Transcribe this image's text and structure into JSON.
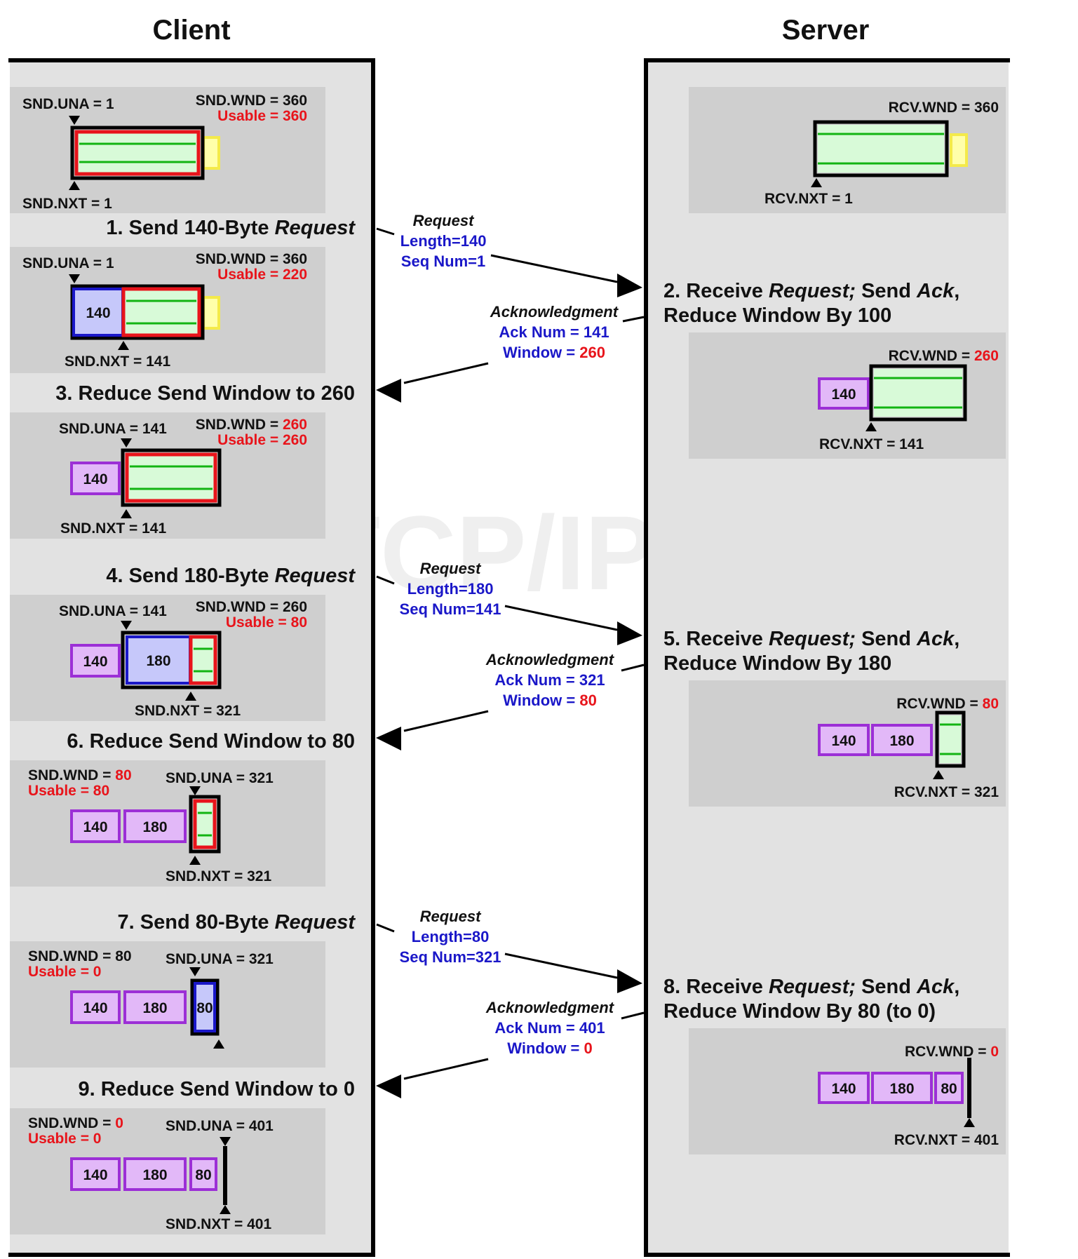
{
  "headers": {
    "client": "Client",
    "server": "Server"
  },
  "watermark": "The TCP/IP Guide",
  "client_panels": [
    {
      "items": [
        {
          "text": "SND.UNA = 1"
        },
        {
          "text": "SND.WND = 360"
        },
        {
          "text": "Usable = 360",
          "red": true
        },
        {
          "text": "SND.NXT = 1"
        }
      ]
    },
    {
      "items": [
        {
          "text": "SND.UNA = 1"
        },
        {
          "text": "SND.WND = 360"
        },
        {
          "text": "Usable = 220",
          "red": true
        },
        {
          "text": "SND.NXT = 141"
        }
      ],
      "segments": [
        "140"
      ]
    },
    {
      "items": [
        {
          "text": "SND.UNA = 141"
        },
        {
          "prefix": "SND.WND = ",
          "value": "260"
        },
        {
          "text": "Usable = 260",
          "red": true
        },
        {
          "text": "SND.NXT = 141"
        }
      ],
      "segments": [
        "140"
      ]
    },
    {
      "items": [
        {
          "text": "SND.UNA = 141"
        },
        {
          "text": "SND.WND = 260"
        },
        {
          "text": "Usable = 80",
          "red": true
        },
        {
          "text": "SND.NXT = 321"
        }
      ],
      "segments": [
        "140",
        "180"
      ]
    },
    {
      "items": [
        {
          "prefix": "SND.WND = ",
          "value": "80"
        },
        {
          "text": "Usable = 80",
          "red": true
        },
        {
          "text": "SND.UNA = 321"
        },
        {
          "text": "SND.NXT = 321"
        }
      ],
      "segments": [
        "140",
        "180"
      ]
    },
    {
      "items": [
        {
          "text": "SND.WND = 80"
        },
        {
          "text": "Usable = 0",
          "red": true
        },
        {
          "text": "SND.UNA = 321"
        }
      ],
      "segments": [
        "140",
        "180",
        "80"
      ]
    },
    {
      "items": [
        {
          "prefix": "SND.WND = ",
          "value": "0"
        },
        {
          "text": "Usable = 0",
          "red": true
        },
        {
          "text": "SND.UNA = 401"
        },
        {
          "text": "SND.NXT = 401"
        }
      ],
      "segments": [
        "140",
        "180",
        "80"
      ]
    }
  ],
  "server_panels": [
    {
      "items": [
        {
          "text": "RCV.WND = 360"
        },
        {
          "text": "RCV.NXT = 1"
        }
      ]
    },
    {
      "items": [
        {
          "prefix": "RCV.WND = ",
          "value": "260"
        },
        {
          "text": "RCV.NXT = 141"
        }
      ],
      "segments": [
        "140"
      ]
    },
    {
      "items": [
        {
          "prefix": "RCV.WND = ",
          "value": "80"
        },
        {
          "text": "RCV.NXT = 321"
        }
      ],
      "segments": [
        "140",
        "180"
      ]
    },
    {
      "items": [
        {
          "prefix": "RCV.WND = ",
          "value": "0"
        },
        {
          "text": "RCV.NXT = 401"
        }
      ],
      "segments": [
        "140",
        "180",
        "80"
      ]
    }
  ],
  "steps": [
    {
      "parts": [
        {
          "t": "1. Send 140-Byte "
        },
        {
          "t": "Request",
          "i": true
        }
      ]
    },
    {
      "parts": [
        {
          "t": "2. Receive "
        },
        {
          "t": "Request;",
          "i": true
        },
        {
          "t": " Send "
        },
        {
          "t": "Ack",
          "i": true
        },
        {
          "t": ","
        }
      ],
      "line2": "Reduce Window By 100"
    },
    {
      "parts": [
        {
          "t": "3. Reduce Send Window to 260"
        }
      ]
    },
    {
      "parts": [
        {
          "t": "4. Send 180-Byte "
        },
        {
          "t": "Request",
          "i": true
        }
      ]
    },
    {
      "parts": [
        {
          "t": "5. Receive "
        },
        {
          "t": "Request;",
          "i": true
        },
        {
          "t": " Send "
        },
        {
          "t": "Ack",
          "i": true
        },
        {
          "t": ","
        }
      ],
      "line2": "Reduce Window By 180"
    },
    {
      "parts": [
        {
          "t": "6. Reduce Send Window to 80"
        }
      ]
    },
    {
      "parts": [
        {
          "t": "7. Send 80-Byte "
        },
        {
          "t": "Request",
          "i": true
        }
      ]
    },
    {
      "parts": [
        {
          "t": "8. Receive "
        },
        {
          "t": "Request;",
          "i": true
        },
        {
          "t": " Send "
        },
        {
          "t": "Ack",
          "i": true
        },
        {
          "t": ","
        }
      ],
      "line2": "Reduce Window By 80 (to 0)"
    },
    {
      "parts": [
        {
          "t": "9. Reduce Send Window to 0"
        }
      ]
    }
  ],
  "messages": [
    {
      "title": "Request",
      "lines": [
        {
          "t": "Length=140"
        },
        {
          "t": "Seq Num=1"
        }
      ]
    },
    {
      "title": "Acknowledgment",
      "lines": [
        {
          "t": "Ack Num = 141"
        },
        {
          "p": "Window = ",
          "v": "260"
        }
      ]
    },
    {
      "title": "Request",
      "lines": [
        {
          "t": "Length=180"
        },
        {
          "t": "Seq Num=141"
        }
      ]
    },
    {
      "title": "Acknowledgment",
      "lines": [
        {
          "t": "Ack Num = 321"
        },
        {
          "p": "Window = ",
          "v": "80"
        }
      ]
    },
    {
      "title": "Request",
      "lines": [
        {
          "t": "Length=80"
        },
        {
          "t": "Seq Num=321"
        }
      ]
    },
    {
      "title": "Acknowledgment",
      "lines": [
        {
          "t": "Ack Num = 401"
        },
        {
          "p": "Window = ",
          "v": "0"
        }
      ]
    }
  ]
}
